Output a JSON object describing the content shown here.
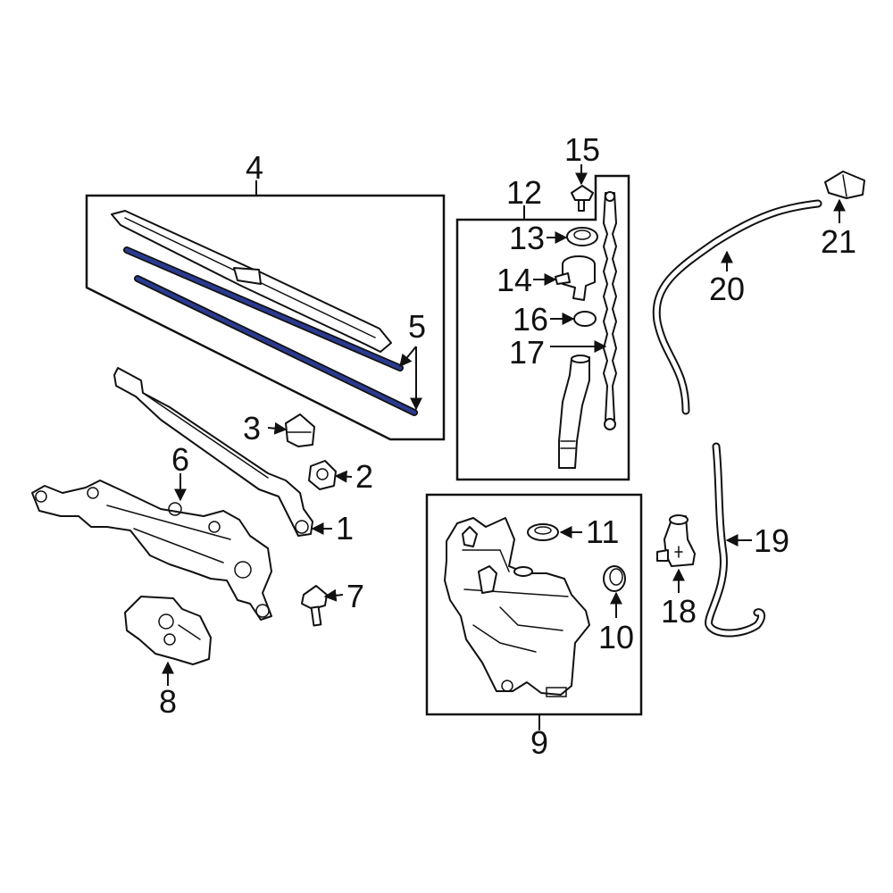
{
  "callouts": {
    "c1": "1",
    "c2": "2",
    "c3": "3",
    "c4": "4",
    "c5": "5",
    "c6": "6",
    "c7": "7",
    "c8": "8",
    "c9": "9",
    "c10": "10",
    "c11": "11",
    "c12": "12",
    "c13": "13",
    "c14": "14",
    "c15": "15",
    "c16": "16",
    "c17": "17",
    "c18": "18",
    "c19": "19",
    "c20": "20",
    "c21": "21"
  },
  "colors": {
    "highlight": "#2a3a8f",
    "line": "#111111",
    "background": "#ffffff"
  }
}
